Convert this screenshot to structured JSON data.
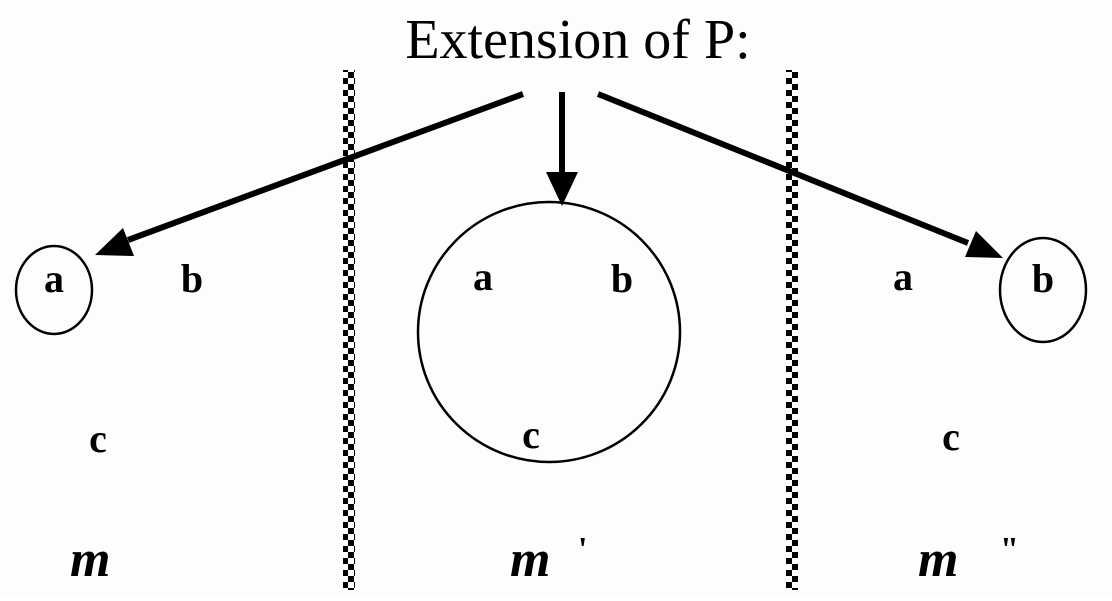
{
  "title": "Extension of P:",
  "models": [
    {
      "id": "m",
      "label": "m",
      "prime": "",
      "individuals": [
        "a",
        "b",
        "c"
      ],
      "extension": [
        "a"
      ]
    },
    {
      "id": "m-prime",
      "label": "m",
      "prime": "'",
      "individuals": [
        "a",
        "b",
        "c"
      ],
      "extension": [
        "a",
        "b",
        "c"
      ]
    },
    {
      "id": "m-double-prime",
      "label": "m",
      "prime": "\"",
      "individuals": [
        "a",
        "b",
        "c"
      ],
      "extension": [
        "b"
      ]
    }
  ],
  "colors": {
    "ink": "#000000",
    "background": "#ffffff"
  }
}
